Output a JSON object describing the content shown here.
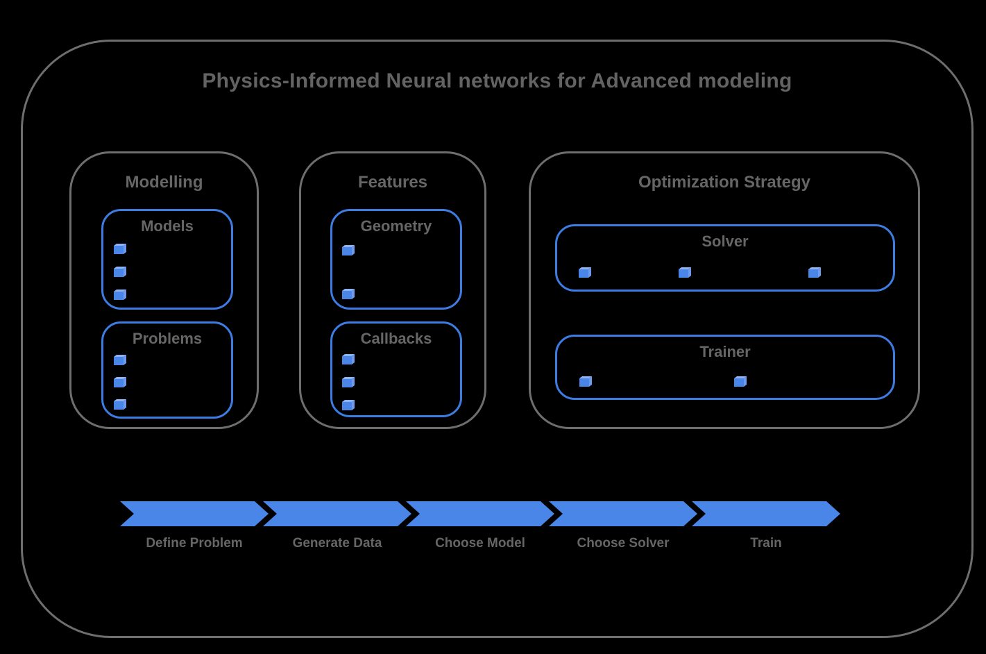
{
  "title": "Physics-Informed Neural networks for Advanced modeling",
  "groups": [
    {
      "title": "Modelling",
      "boxes": [
        {
          "title": "Models",
          "cube_count": 3
        },
        {
          "title": "Problems",
          "cube_count": 3
        }
      ]
    },
    {
      "title": "Features",
      "boxes": [
        {
          "title": "Geometry",
          "cube_count": 2
        },
        {
          "title": "Callbacks",
          "cube_count": 3
        }
      ]
    },
    {
      "title": "Optimization Strategy",
      "boxes": [
        {
          "title": "Solver",
          "cube_count": 3
        },
        {
          "title": "Trainer",
          "cube_count": 2
        }
      ]
    }
  ],
  "flow": {
    "steps": [
      "Define Problem",
      "Generate Data",
      "Choose Model",
      "Choose Solver",
      "Train"
    ]
  },
  "colors": {
    "background": "#000000",
    "frame_gray": "#6e6e6e",
    "text_gray": "#666666",
    "accent_blue": "#4a86e8",
    "border_blue": "#3d7de3",
    "cube_front": "#4a86e8",
    "cube_top": "#8db3f2",
    "cube_side": "#6d9aec"
  }
}
